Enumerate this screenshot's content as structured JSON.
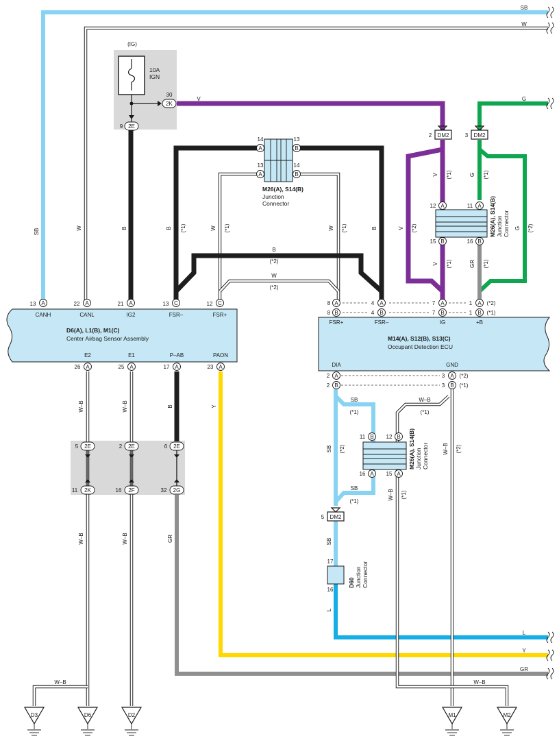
{
  "colors": {
    "SB": "#88d3f2",
    "L": "#15aee6",
    "V": "#7b2f97",
    "G": "#0fa650",
    "B": "#1e1e1e",
    "Y": "#ffd800",
    "GR": "#8f8f8f",
    "W": "#ffffff",
    "ecu_fill": "#c6e8f6",
    "relay_box": "#d9d9d9"
  },
  "fuse": {
    "ig": "(IG)",
    "rating": "10A",
    "name": "IGN",
    "pin_top": "30",
    "conn_top": "2K",
    "pin_bottom": "9",
    "conn_bottom": "2E"
  },
  "wires": {
    "sb": "SB",
    "w": "W",
    "b": "B",
    "v": "V",
    "g": "G",
    "gr": "GR",
    "y": "Y",
    "l": "L",
    "wb": "W–B",
    "star1": "(*1)",
    "star2": "(*2)"
  },
  "left_ecu": {
    "name": "D6(A), L1(B), M1(C)",
    "desc": "Center Airbag Sensor Assembly",
    "top_pins": [
      {
        "num": "13",
        "conn": "A",
        "label": "CANH"
      },
      {
        "num": "22",
        "conn": "A",
        "label": "CANL"
      },
      {
        "num": "21",
        "conn": "A",
        "label": "IG2"
      },
      {
        "num": "13",
        "conn": "C",
        "label": "FSR–"
      },
      {
        "num": "12",
        "conn": "C",
        "label": "FSR+"
      }
    ],
    "bottom_pins": [
      {
        "num": "26",
        "conn": "A",
        "label": "E2"
      },
      {
        "num": "25",
        "conn": "A",
        "label": "E1"
      },
      {
        "num": "17",
        "conn": "A",
        "label": "P–AB"
      },
      {
        "num": "23",
        "conn": "A",
        "label": "PAON"
      }
    ]
  },
  "right_ecu": {
    "name": "M14(A), S12(B), S13(C)",
    "desc": "Occupant Detection ECU",
    "top_labels": [
      "FSR+",
      "FSR–",
      "IG",
      "+B"
    ],
    "bottom_labels": [
      "DIA",
      "GND"
    ]
  },
  "junction_top": {
    "name": "M26(A), S14(B)",
    "desc1": "Junction",
    "desc2": "Connector",
    "p14a": "14",
    "p13b": "13",
    "p13a": "13",
    "p14b": "14"
  },
  "junction_right": {
    "name": "M26(A), S14(B)",
    "desc1": "Junction",
    "desc2": "Connector",
    "p12": "12",
    "p11": "11",
    "p15": "15",
    "p16": "16"
  },
  "junction_low": {
    "name": "M26(A), S14(B)",
    "desc1": "Junction",
    "desc2": "Connector",
    "p11": "11",
    "p12": "12",
    "p16": "16",
    "p15": "15"
  },
  "junction_d60": {
    "name": "D60",
    "desc1": "Junction",
    "desc2": "Connector",
    "p17": "17",
    "p16": "16"
  },
  "dm2": {
    "label": "DM2",
    "pin2": "2",
    "pin3": "3",
    "pin5": "5"
  },
  "right_pins": {
    "r8a": "8",
    "r4a": "4",
    "r7a": "7",
    "r1a": "1",
    "r8b": "8",
    "r4b": "4",
    "r7b": "7",
    "r1b": "1",
    "b2a": "2",
    "b3a": "3",
    "b2b": "2",
    "b3b": "3",
    "A": "A",
    "B": "B"
  },
  "intermediate": {
    "row1": [
      {
        "num": "5",
        "conn": "2E"
      },
      {
        "num": "2",
        "conn": "2E"
      },
      {
        "num": "6",
        "conn": "2E"
      }
    ],
    "row2": [
      {
        "num": "11",
        "conn": "2K"
      },
      {
        "num": "16",
        "conn": "2F"
      },
      {
        "num": "32",
        "conn": "2G"
      }
    ]
  },
  "grounds": [
    "D3",
    "D6",
    "D2",
    "M1",
    "M2"
  ]
}
